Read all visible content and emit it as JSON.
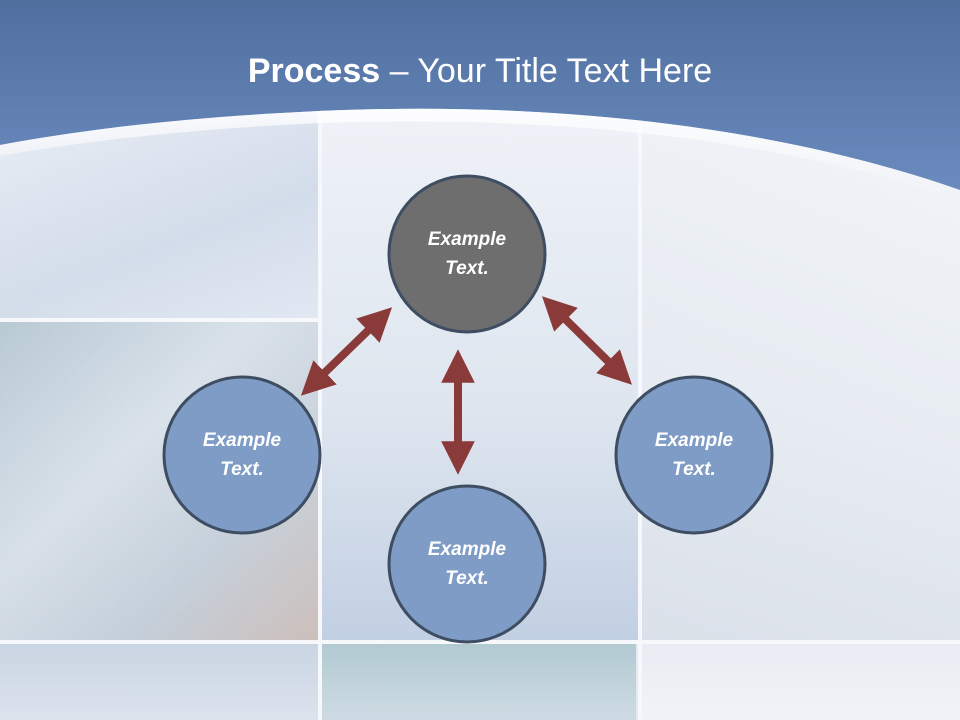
{
  "slide": {
    "title_strong": "Process",
    "title_rest": " – Your Title Text Here"
  },
  "diagram": {
    "nodes": [
      {
        "id": "top",
        "line1": "Example",
        "line2": "Text."
      },
      {
        "id": "left",
        "line1": "Example",
        "line2": "Text."
      },
      {
        "id": "bottom",
        "line1": "Example",
        "line2": "Text."
      },
      {
        "id": "right",
        "line1": "Example",
        "line2": "Text."
      }
    ],
    "colors": {
      "top_node": "#6e6e6e",
      "other_nodes": "#7f9cc6",
      "node_border": "#3e4d62",
      "arrow": "#8a3a38",
      "header": "#4d6fa0"
    }
  }
}
